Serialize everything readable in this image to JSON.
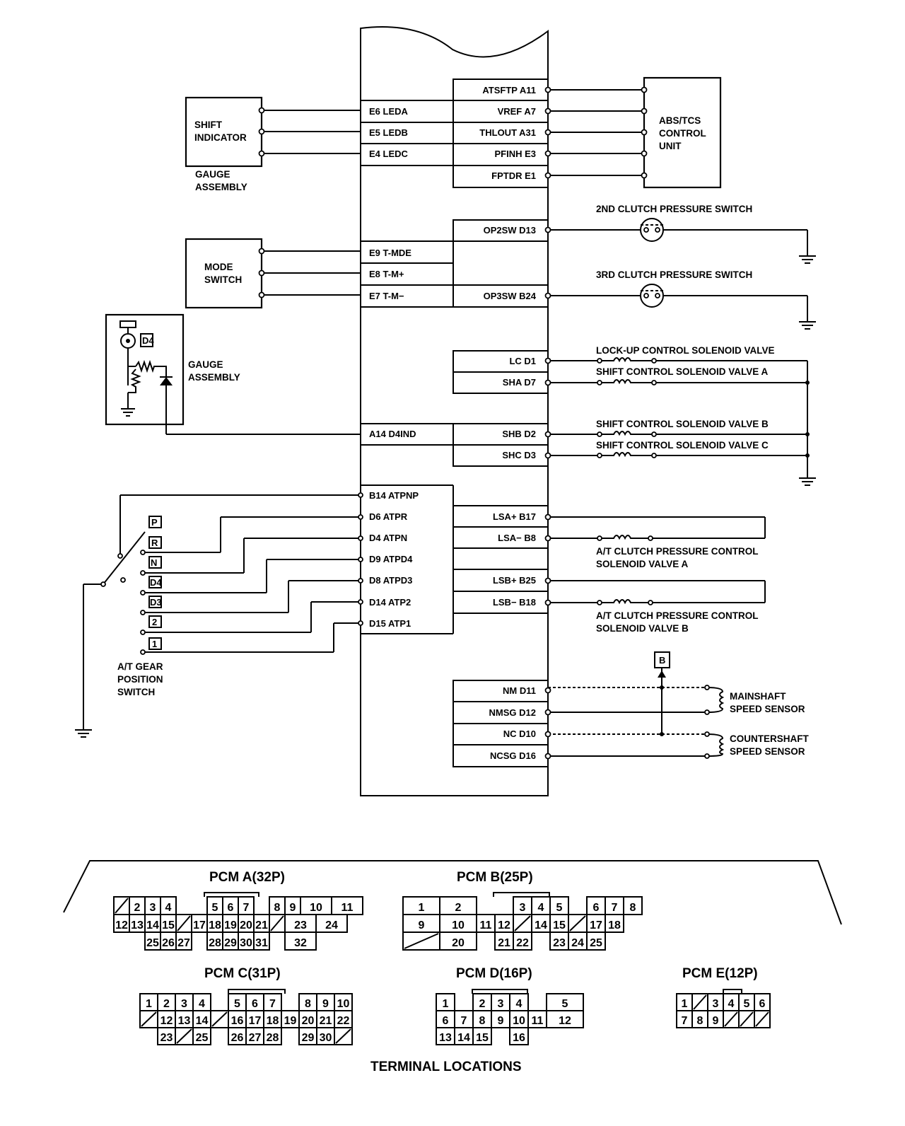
{
  "left_pins": {
    "E6": "E6 LEDA",
    "E5": "E5 LEDB",
    "E4": "E4 LEDC",
    "E9": "E9 T-MDE",
    "E8": "E8 T-M+",
    "E7": "E7 T-M−",
    "A14": "A14 D4IND",
    "B14": "B14 ATPNP",
    "D6": "D6 ATPR",
    "D4": "D4 ATPN",
    "D9": "D9 ATPD4",
    "D8": "D8 ATPD3",
    "D14": "D14 ATP2",
    "D15": "D15 ATP1"
  },
  "right_pins": {
    "A11": "ATSFTP A11",
    "A7": "VREF A7",
    "A31": "THLOUT A31",
    "E3": "PFINH E3",
    "E1": "FPTDR E1",
    "D13": "OP2SW D13",
    "B24": "OP3SW B24",
    "D1": "LC D1",
    "D7": "SHA D7",
    "D2": "SHB D2",
    "D3": "SHC D3",
    "B17": "LSA+ B17",
    "B8": "LSA− B8",
    "B25": "LSB+ B25",
    "B18": "LSB− B18",
    "D11": "NM D11",
    "D12": "NMSG D12",
    "D10": "NC D10",
    "D16": "NCSG D16"
  },
  "components": {
    "shift_indicator": [
      "SHIFT",
      "INDICATOR"
    ],
    "gauge_assembly_1": [
      "GAUGE",
      "ASSEMBLY"
    ],
    "mode_switch": [
      "MODE",
      "SWITCH"
    ],
    "gauge_assembly_2": [
      "GAUGE",
      "ASSEMBLY"
    ],
    "d4_label": "D4",
    "abs_tcs": [
      "ABS/TCS",
      "CONTROL",
      "UNIT"
    ],
    "clutch2": "2ND CLUTCH PRESSURE SWITCH",
    "clutch3": "3RD CLUTCH PRESSURE SWITCH",
    "lockup": "LOCK-UP CONTROL SOLENOID VALVE",
    "sha": "SHIFT CONTROL SOLENOID VALVE A",
    "shb": "SHIFT CONTROL SOLENOID VALVE B",
    "shc": "SHIFT CONTROL SOLENOID VALVE C",
    "lsa": [
      "A/T CLUTCH PRESSURE CONTROL",
      "SOLENOID VALVE A"
    ],
    "lsb": [
      "A/T CLUTCH PRESSURE CONTROL",
      "SOLENOID VALVE B"
    ],
    "b_marker": "B",
    "mainshaft": [
      "MAINSHAFT",
      "SPEED SENSOR"
    ],
    "countershaft": [
      "COUNTERSHAFT",
      "SPEED SENSOR"
    ],
    "gear_switch": [
      "A/T GEAR",
      "POSITION",
      "SWITCH"
    ],
    "gear_positions": [
      "P",
      "R",
      "N",
      "D4",
      "D3",
      "2",
      "1"
    ]
  },
  "connectors": {
    "pcm_a": "PCM  A(32P)",
    "pcm_b": "PCM  B(25P)",
    "pcm_c": "PCM  C(31P)",
    "pcm_d": "PCM  D(16P)",
    "pcm_e": "PCM  E(12P)",
    "footer": "TERMINAL  LOCATIONS"
  }
}
